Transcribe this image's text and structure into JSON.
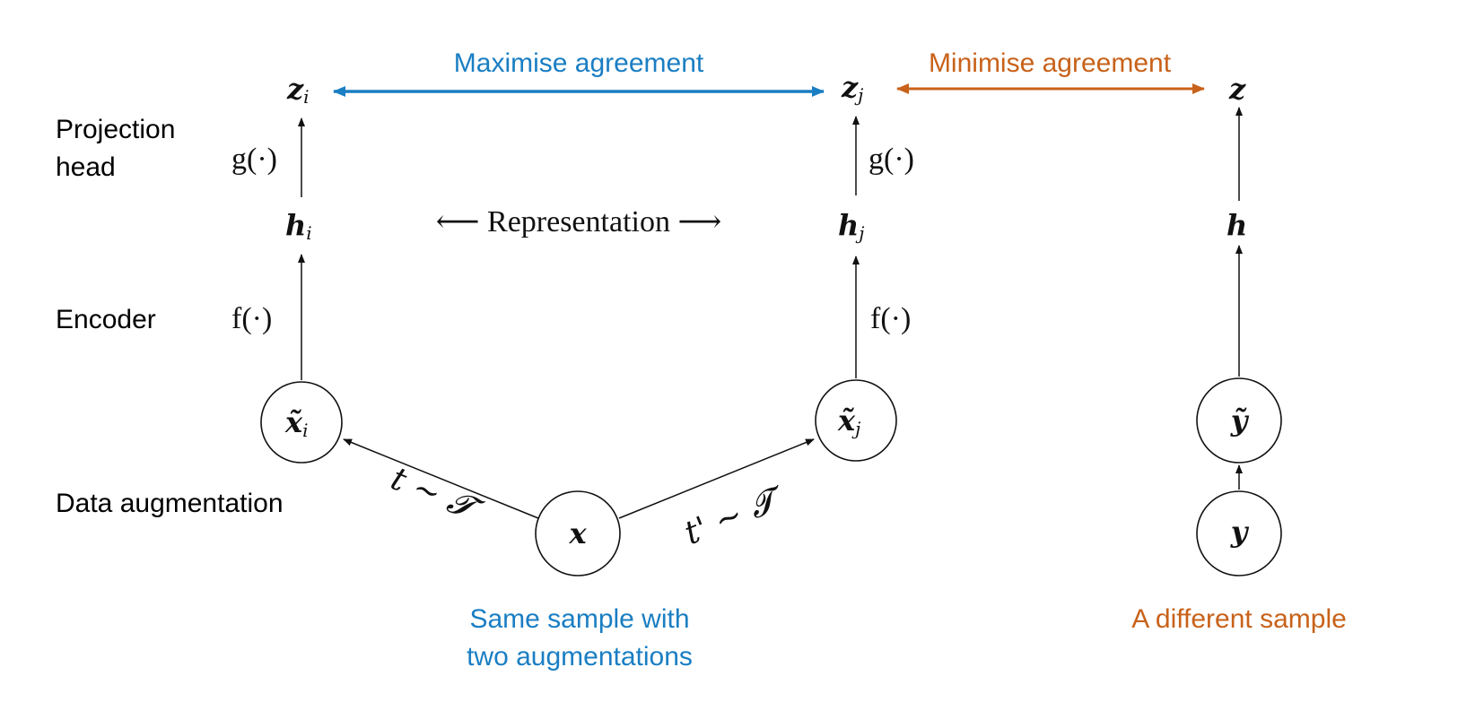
{
  "colors": {
    "blue": "#1a7ec3",
    "orange": "#c8621a",
    "ink": "#111111"
  },
  "left_labels": {
    "projection_line1": "Projection",
    "projection_line2": "head",
    "encoder": "Encoder",
    "augmentation": "Data augmentation"
  },
  "top": {
    "maximise": "Maximise agreement",
    "minimise": "Minimise agreement"
  },
  "nodes": {
    "z_i_base": "z",
    "z_i_sub": "i",
    "z_j_base": "z",
    "z_j_sub": "j",
    "z": "z",
    "h_i_base": "h",
    "h_i_sub": "i",
    "h_j_base": "h",
    "h_j_sub": "j",
    "h": "h",
    "xt_i_base": "x̃",
    "xt_i_sub": "i",
    "xt_j_base": "x̃",
    "xt_j_sub": "j",
    "x": "x",
    "y_tilde": "ỹ",
    "y": "y"
  },
  "functions": {
    "g_left": "g(·)",
    "g_right": "g(·)",
    "f_left": "f(·)",
    "f_right": "f(·)"
  },
  "representation": "⟵ Representation ⟶",
  "transforms": {
    "t": "t ∼ 𝓣",
    "t_prime": "t' ∼ 𝓣"
  },
  "captions": {
    "same_line1": "Same sample with",
    "same_line2": "two augmentations",
    "different": "A different sample"
  }
}
